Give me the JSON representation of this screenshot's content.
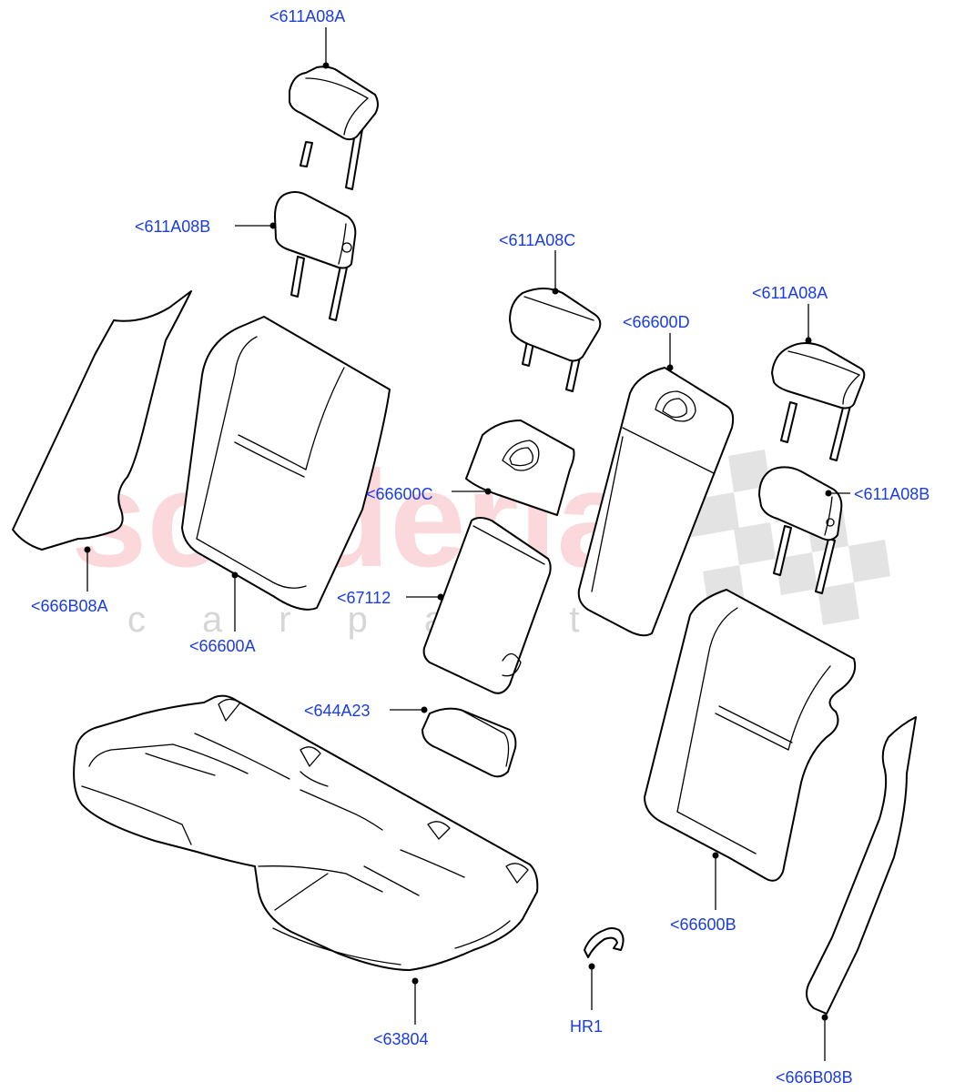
{
  "watermark": {
    "brand": "scuderia",
    "sub": "carparts",
    "brand_color": "#f5b8bd",
    "check_color": "#dadada"
  },
  "callout_color": "#1a3ce0",
  "callouts": {
    "hr_front_a": "<611A08A",
    "hr_front_b": "<611A08B",
    "hr_center_c": "<611A08C",
    "hr_right_a": "<611A08A",
    "hr_right_b": "<611A08B",
    "back_left": "<66600A",
    "back_center_upper": "<66600C",
    "back_center_tall": "<66600D",
    "back_right": "<66600B",
    "armrest_panel": "<67112",
    "armrest": "<644A23",
    "cushion": "<63804",
    "clip": "HR1",
    "trim_left": "<666B08A",
    "trim_right": "<666B08B"
  },
  "icons": {
    "dot": "leader-dot-icon",
    "checker": "checker-flag-icon"
  }
}
